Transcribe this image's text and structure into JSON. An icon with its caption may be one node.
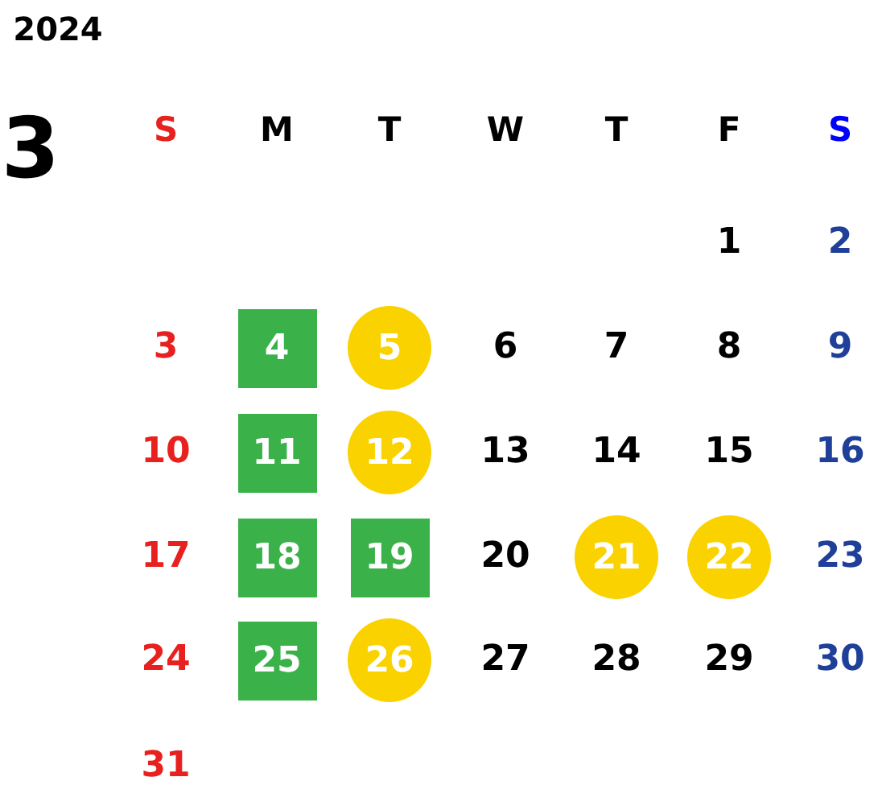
{
  "diagram": {
    "title": "2024",
    "nodes": [
      {
        "text": [
          "4"
        ]
      },
      {
        "text": [
          "5"
        ]
      },
      {
        "text": [
          "11"
        ]
      },
      {
        "text": [
          "12"
        ]
      },
      {
        "text": [
          "18"
        ]
      },
      {
        "text": [
          "19"
        ]
      },
      {
        "text": [
          "21"
        ]
      },
      {
        "text": [
          "22"
        ]
      },
      {
        "text": [
          "25"
        ]
      },
      {
        "text": [
          "26"
        ]
      }
    ],
    "labels": [
      "3",
      "S",
      "M",
      "T",
      "W",
      "T",
      "F",
      "S",
      "1",
      "2",
      "3",
      "6",
      "7",
      "8",
      "9",
      "10",
      "13",
      "14",
      "15",
      "16",
      "17",
      "20",
      "23",
      "24",
      "27",
      "28",
      "29",
      "30",
      "31"
    ]
  }
}
